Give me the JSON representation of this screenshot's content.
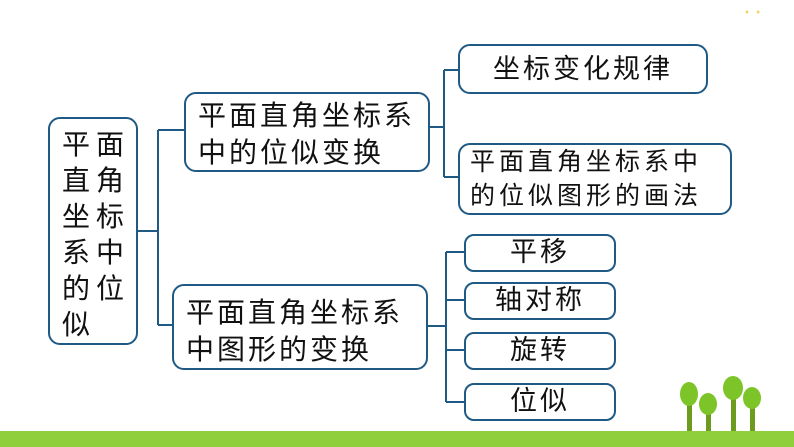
{
  "root": {
    "lines": [
      "平面",
      "直角",
      "坐标",
      "系中",
      "的位",
      "似"
    ]
  },
  "branch1": {
    "lines": [
      "平面直角坐标系",
      "中的位似变换"
    ]
  },
  "branch2": {
    "lines": [
      "平面直角坐标系",
      "中图形的变换"
    ]
  },
  "leaves": {
    "coord_rule": "坐标变化规律",
    "drawing_method": [
      "平面直角坐标系中",
      "的位似图形的画法"
    ],
    "translation": "平移",
    "axial_symmetry": "轴对称",
    "rotation": "旋转",
    "homothety": "位似"
  },
  "colors": {
    "line": "#1f5a84",
    "border": "#1f5a84",
    "tree": "#7cc428",
    "trunk": "#6c9b20",
    "ground": "#8fcf3c"
  }
}
